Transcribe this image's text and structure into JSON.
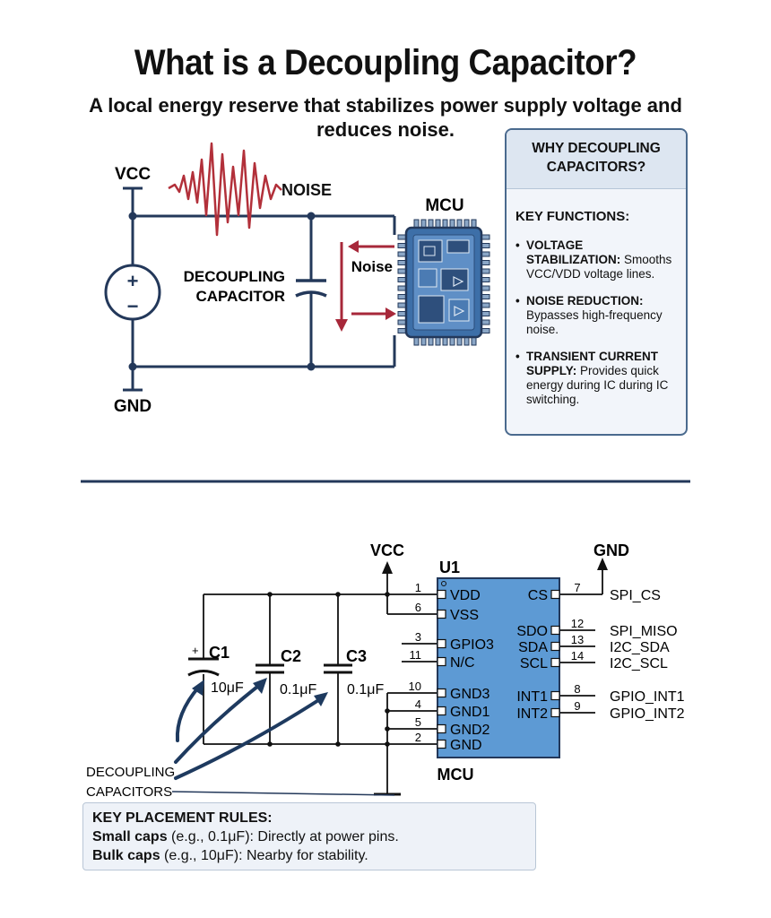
{
  "header": {
    "title": "What is a Decoupling Capacitor?",
    "subtitle": "A local energy reserve that stabilizes power supply voltage and reduces noise."
  },
  "top_circuit": {
    "vcc_label": "VCC",
    "gnd_label": "GND",
    "noise_top_label": "NOISE",
    "noise_side_label": "Noise",
    "mcu_label": "MCU",
    "cap_label_line1": "DECOUPLING",
    "cap_label_line2": "CAPACITOR",
    "source_plus": "+",
    "source_minus": "−"
  },
  "why_box": {
    "title_line1": "WHY DECOUPLING",
    "title_line2": "CAPACITORS?",
    "key_functions": "KEY FUNCTIONS:",
    "functions": [
      {
        "name": "VOLTAGE STABILIZATION:",
        "desc": "Smooths VCC/VDD voltage lines."
      },
      {
        "name": "NOISE REDUCTION:",
        "desc": "Bypasses high-frequency noise."
      },
      {
        "name": "TRANSIENT CURRENT SUPPLY:",
        "desc": "Provides quick energy during IC during IC switching."
      }
    ]
  },
  "schematic": {
    "vcc": "VCC",
    "gnd_top": "GND",
    "gnd_bottom": "GND",
    "ref": "U1",
    "mcu": "MCU",
    "caps": [
      {
        "name": "C1",
        "value": "10μF",
        "polarity": "+"
      },
      {
        "name": "C2",
        "value": "0.1μF"
      },
      {
        "name": "C3",
        "value": "0.1μF"
      }
    ],
    "left_pins": [
      {
        "num": "1",
        "name": "VDD"
      },
      {
        "num": "6",
        "name": "VSS"
      },
      {
        "num": "3",
        "name": "GPIO3"
      },
      {
        "num": "11",
        "name": "N/C"
      },
      {
        "num": "10",
        "name": "GND3"
      },
      {
        "num": "4",
        "name": "GND1"
      },
      {
        "num": "5",
        "name": "GND2"
      },
      {
        "num": "2",
        "name": "GND"
      }
    ],
    "right_pins": [
      {
        "num": "7",
        "name": "CS",
        "net": "SPI_CS"
      },
      {
        "num": "12",
        "name": "SDO",
        "net": "SPI_MISO"
      },
      {
        "num": "13",
        "name": "SDA",
        "net": "I2C_SDA"
      },
      {
        "num": "14",
        "name": "SCL",
        "net": "I2C_SCL"
      },
      {
        "num": "8",
        "name": "INT1",
        "net": "GPIO_INT1"
      },
      {
        "num": "9",
        "name": "INT2",
        "net": "GPIO_INT2"
      }
    ],
    "caps_label_line1": "DECOUPLING",
    "caps_label_line2": "CAPACITORS"
  },
  "rules": {
    "title": "KEY PLACEMENT RULES:",
    "items": [
      {
        "strong": "Small caps",
        "rest": " (e.g., 0.1μF): Directly at power pins."
      },
      {
        "strong": "Bulk caps",
        "rest": " (e.g., 10μF): Nearby for stability."
      }
    ]
  },
  "colors": {
    "wire": "#23385a",
    "noise": "#b2303a",
    "chip": "#3d6fa8",
    "chip_inner": "#5f8fc6",
    "arrow": "#1e3a5f",
    "box_border": "#4a6a8e"
  }
}
